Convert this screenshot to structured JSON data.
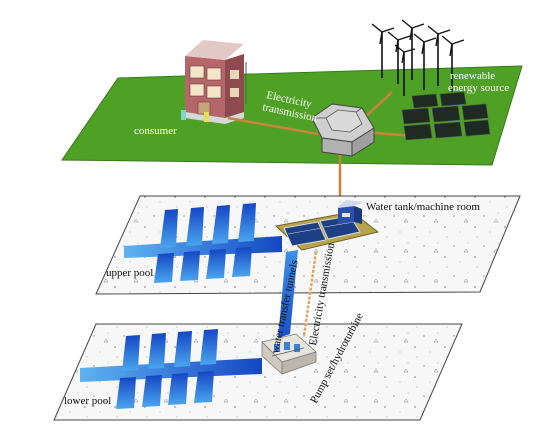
{
  "labels": {
    "consumer": "consumer",
    "electricity_transmission_top_1": "Electricity",
    "electricity_transmission_top_2": "transmission",
    "renewable_1": "renewable",
    "renewable_2": "energy source",
    "water_tank": "Water tank/machine room",
    "upper_pool": "upper pool",
    "water_transfer": "water transfer tunnels",
    "electricity_transmission_mid": "Electricity transmission",
    "pump": "Pump set/hydroturbine",
    "lower_pool": "lower pool"
  },
  "colors": {
    "green_plane": "#4a9a22",
    "pool_blue": "#1b5fd8",
    "pool_light": "#49a9f0",
    "cable": "#c8843a",
    "concrete": "#f6f6f6"
  }
}
